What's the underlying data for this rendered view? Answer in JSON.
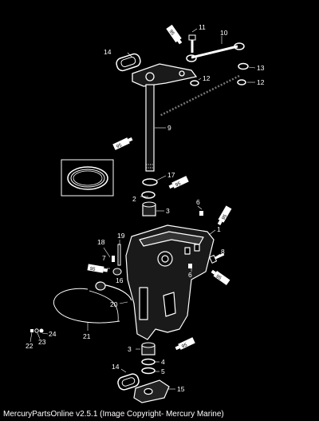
{
  "diagram": {
    "callouts": [
      "1",
      "2",
      "3",
      "4",
      "5",
      "6",
      "7",
      "8",
      "9",
      "10",
      "11",
      "12",
      "13",
      "14",
      "15",
      "16",
      "17",
      "18",
      "19",
      "20",
      "21",
      "22",
      "23",
      "24"
    ],
    "lubricant_label": "95",
    "colors": {
      "background": "#000000",
      "line": "#ffffff",
      "part_fill": "#1a1a1a"
    }
  },
  "footer": {
    "text": "MercuryPartsOnline v2.5.1 (Image Copyright- Mercury Marine)"
  }
}
